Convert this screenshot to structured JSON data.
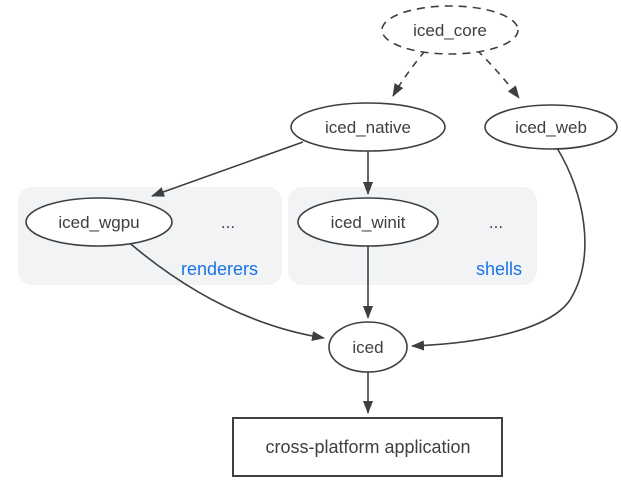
{
  "diagram": {
    "nodes": {
      "iced_core": {
        "label": "iced_core",
        "shape": "ellipse",
        "border": "dashed"
      },
      "iced_native": {
        "label": "iced_native",
        "shape": "ellipse",
        "border": "solid"
      },
      "iced_web": {
        "label": "iced_web",
        "shape": "ellipse",
        "border": "solid"
      },
      "iced_wgpu": {
        "label": "iced_wgpu",
        "shape": "ellipse",
        "border": "solid",
        "group": "renderers"
      },
      "iced_winit": {
        "label": "iced_winit",
        "shape": "ellipse",
        "border": "solid",
        "group": "shells"
      },
      "iced": {
        "label": "iced",
        "shape": "ellipse",
        "border": "solid"
      },
      "app": {
        "label": "cross-platform application",
        "shape": "rect",
        "border": "solid"
      }
    },
    "groups": {
      "renderers": {
        "label": "renderers",
        "ellipsis": "..."
      },
      "shells": {
        "label": "shells",
        "ellipsis": "..."
      }
    },
    "edges": [
      {
        "from": "iced_core",
        "to": "iced_native",
        "style": "dashed"
      },
      {
        "from": "iced_core",
        "to": "iced_web",
        "style": "dashed"
      },
      {
        "from": "iced_native",
        "to": "iced_wgpu",
        "style": "solid"
      },
      {
        "from": "iced_native",
        "to": "iced_winit",
        "style": "solid"
      },
      {
        "from": "iced_wgpu",
        "to": "iced",
        "style": "solid"
      },
      {
        "from": "iced_winit",
        "to": "iced",
        "style": "solid"
      },
      {
        "from": "iced_web",
        "to": "iced",
        "style": "solid"
      },
      {
        "from": "iced",
        "to": "app",
        "style": "solid"
      }
    ],
    "colors": {
      "background": "#ffffff",
      "stroke": "#3c4043",
      "text": "#3c4043",
      "node_fill": "#ffffff",
      "group_fill": "#f1f3f4",
      "group_label": "#1a73e8"
    }
  }
}
